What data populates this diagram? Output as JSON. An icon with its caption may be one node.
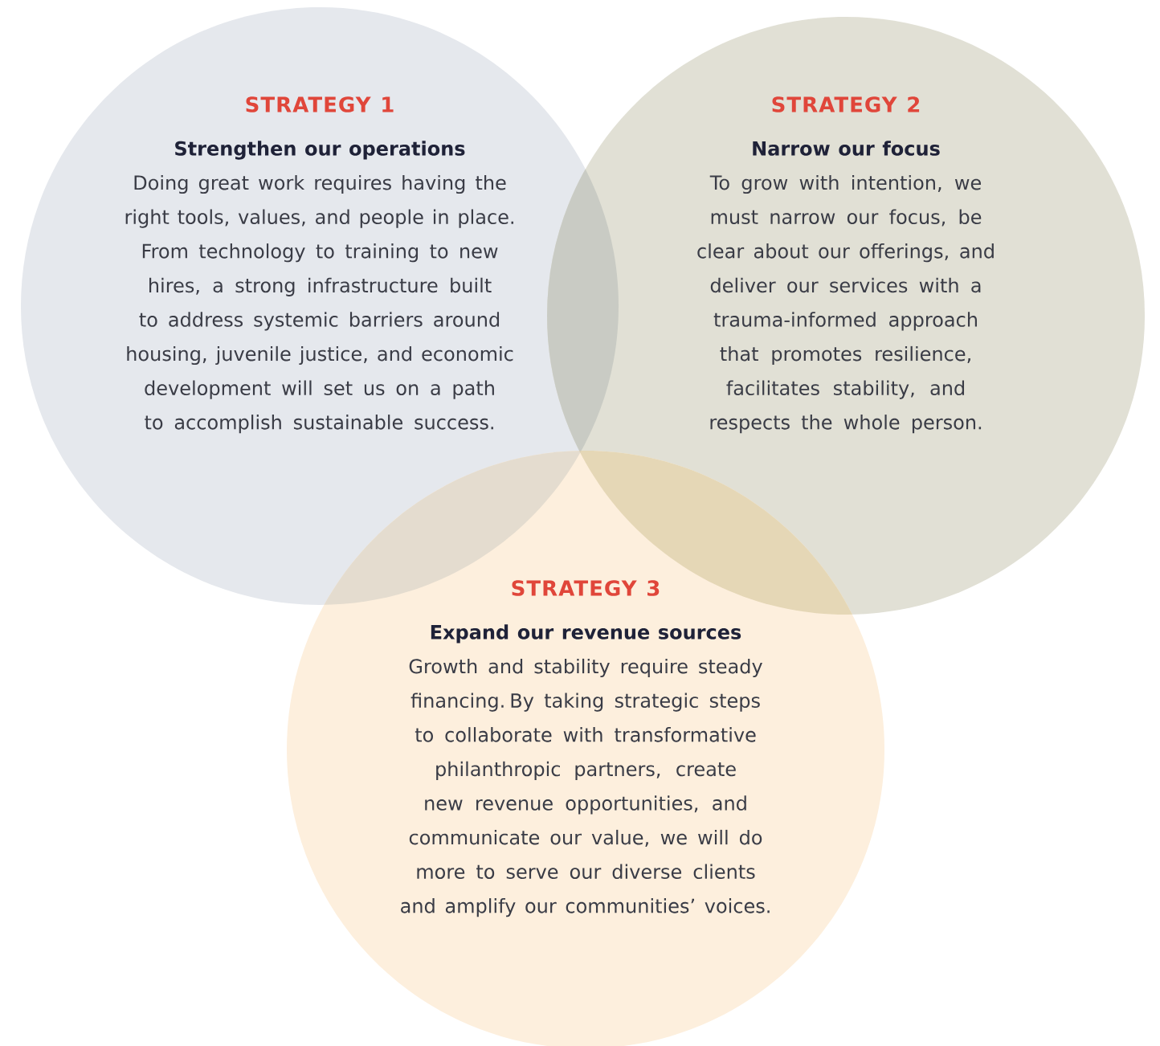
{
  "diagram": {
    "nodes": [
      {
        "text": [
          "STRATEGY 1",
          "Strengthen our operations",
          "Doing great work requires having the right tools, values, and people in place. From technology to training to new hires, a strong infrastructure built to address systemic barriers around housing, juvenile justice, and economic development will set us on a path to accomplish sustainable success."
        ]
      },
      {
        "text": [
          "STRATEGY 2",
          "Narrow our focus",
          "To grow with intention, we must narrow our focus, be clear about our offerings, and deliver our services with a trauma-informed approach that promotes resilience, facilitates stability, and respects the whole person."
        ]
      },
      {
        "text": [
          "STRATEGY 3",
          "Expand our revenue sources",
          "Growth and stability require steady financing. By taking strategic steps to collaborate with transformative philanthropic partners, create new revenue opportunities, and communicate our value, we will do more to serve our diverse clients and amplify our communities’ voices."
        ]
      }
    ]
  }
}
